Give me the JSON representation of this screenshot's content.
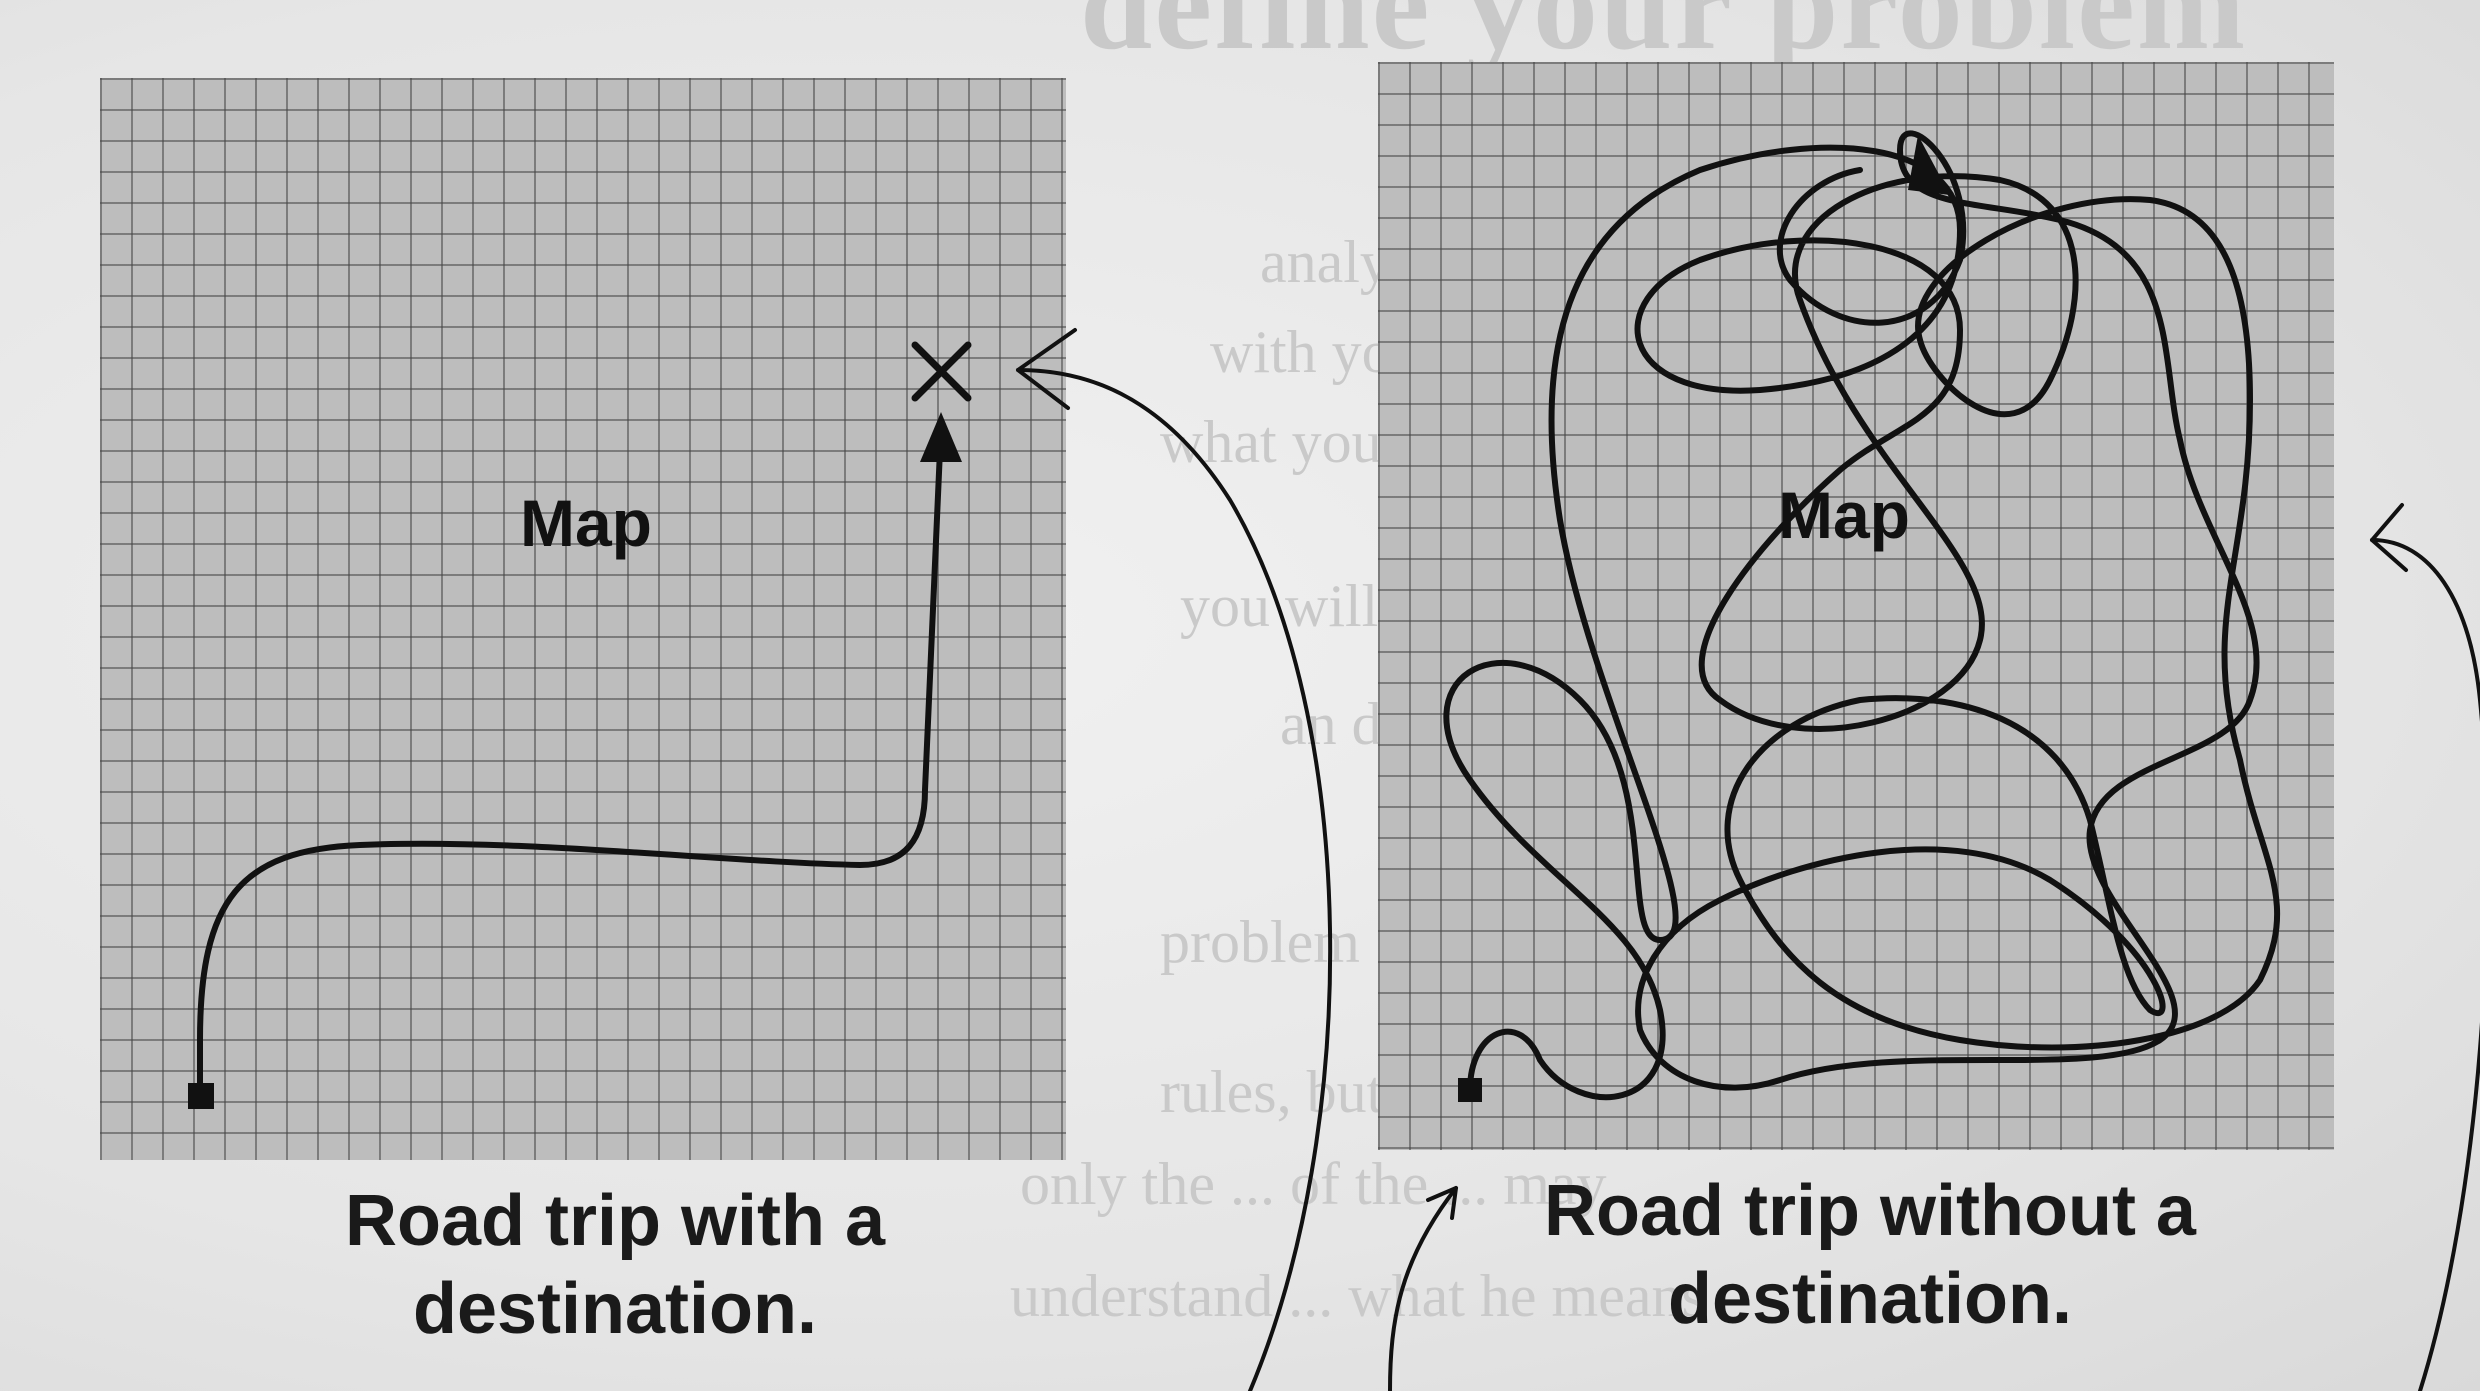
{
  "diagram": {
    "left": {
      "map_label": "Map",
      "caption_line1": "Road trip with a",
      "caption_line2": "destination."
    },
    "right": {
      "map_label": "Map",
      "caption_line1": "Road trip without a",
      "caption_line2": "destination."
    }
  },
  "background_text": {
    "heading": "define your problem",
    "lines": [
      "analysis is meant to",
      "with your boss",
      "what you want",
      "you will make",
      "an data tell you",
      "problem",
      "rules, but",
      "only the ... of the ... may",
      "understand ... what he means"
    ]
  },
  "colors": {
    "ink": "#111111",
    "grid_fill": "#bdbdbd",
    "page": "#e9e9e9"
  }
}
